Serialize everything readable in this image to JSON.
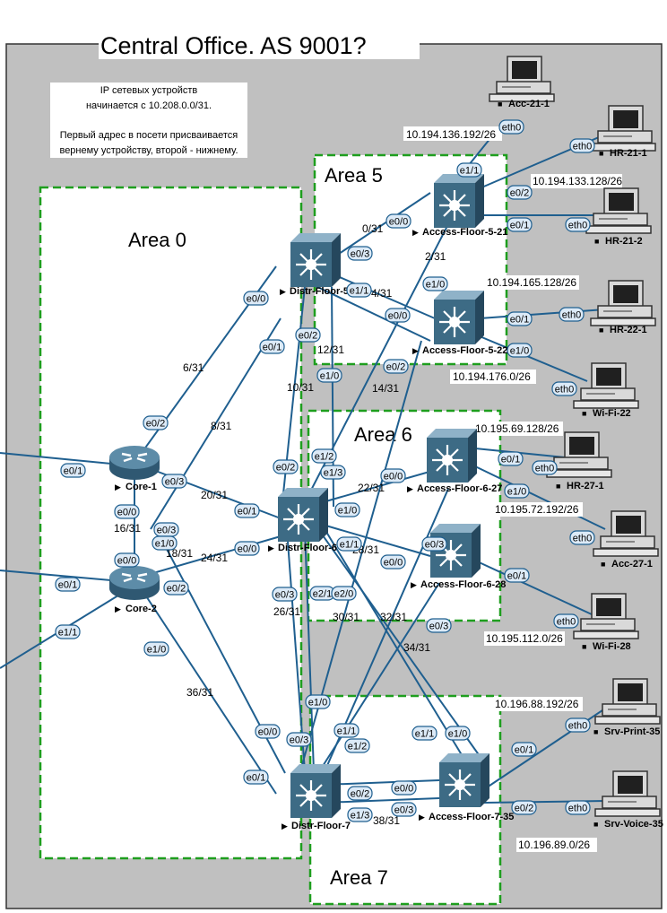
{
  "title": "Central Office. AS 9001?",
  "note": {
    "line1": "IP сетевых устройств",
    "line2": "начинается с 10.208.0.0/31.",
    "line3": "Первый адрес в посети присваивается",
    "line4": "вернему устройству, второй - нижнему."
  },
  "areas": {
    "area0": "Area 0",
    "area5": "Area 5",
    "area6": "Area 6",
    "area7": "Area 7"
  },
  "routers": {
    "core1": "Core-1",
    "core2": "Core-2"
  },
  "switches": {
    "distr5": "Distr-Floor-5",
    "distr6": "Distr-Floor-6",
    "distr7": "Distr-Floor-7",
    "af521": "Access-Floor-5-21",
    "af522": "Access-Floor-5-22",
    "af627": "Access-Floor-6-27",
    "af628": "Access-Floor-6-28",
    "af735": "Access-Floor-7-35"
  },
  "pcs": {
    "acc211": "Acc-21-1",
    "hr211": "HR-21-1",
    "hr212": "HR-21-2",
    "hr221": "HR-22-1",
    "wifi22": "Wi-Fi-22",
    "hr271": "HR-27-1",
    "acc271": "Acc-27-1",
    "wifi28": "Wi-Fi-28",
    "srvprint": "Srv-Print-35",
    "srvvoice": "Srv-Voice-35"
  },
  "subnets": {
    "s1": "10.194.136.192/26",
    "s2": "10.194.133.128/26",
    "s3": "10.194.165.128/26",
    "s4": "10.194.176.0/26",
    "s5": "10.195.69.128/26",
    "s6": "10.195.72.192/26",
    "s7": "10.195.112.0/26",
    "s8": "10.196.88.192/26",
    "s9": "10.196.89.0/26"
  },
  "links": {
    "n0": "0/31",
    "n2": "2/31",
    "n4": "4/31",
    "n6": "6/31",
    "n8": "8/31",
    "n10": "10/31",
    "n12": "12/31",
    "n14": "14/31",
    "n16": "16/31",
    "n18": "18/31",
    "n20": "20/31",
    "n22": "22/31",
    "n24": "24/31",
    "n26": "26/31",
    "n28": "28/31",
    "n30": "30/31",
    "n32": "32/31",
    "n34": "34/31",
    "n36": "36/31",
    "n38": "38/31"
  },
  "ifaces": {
    "e00": "e0/0",
    "e01": "e0/1",
    "e02": "e0/2",
    "e03": "e0/3",
    "e10": "e1/0",
    "e11": "e1/1",
    "e12": "e1/2",
    "e13": "e1/3",
    "e20": "e2/0",
    "e21": "e2/1",
    "eth0": "eth0"
  },
  "colors": {
    "background": "#c0c0c0",
    "link": "#1f5f8f",
    "area_border": "#1e9e1e",
    "iface_fill": "#dceaf7",
    "device": "#3d6b85"
  }
}
